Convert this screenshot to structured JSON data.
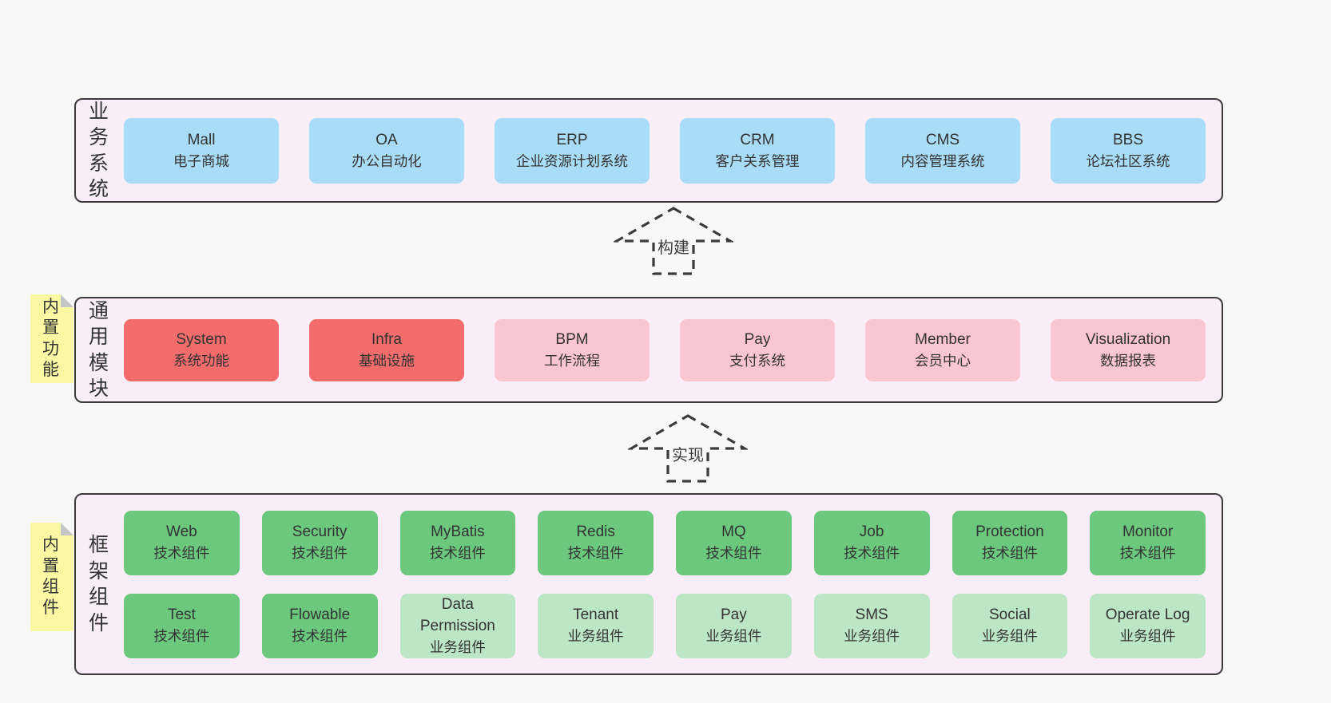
{
  "stickies": {
    "features": "内置功能",
    "components": "内置组件"
  },
  "arrows": {
    "build": {
      "label": "构建"
    },
    "implement": {
      "label": "实现"
    }
  },
  "layers": {
    "business": {
      "label": "业务系统",
      "boxes": [
        {
          "name": "Mall",
          "subtitle": "电子商城",
          "variant": "blue"
        },
        {
          "name": "OA",
          "subtitle": "办公自动化",
          "variant": "blue"
        },
        {
          "name": "ERP",
          "subtitle": "企业资源计划系统",
          "variant": "blue"
        },
        {
          "name": "CRM",
          "subtitle": "客户关系管理",
          "variant": "blue"
        },
        {
          "name": "CMS",
          "subtitle": "内容管理系统",
          "variant": "blue"
        },
        {
          "name": "BBS",
          "subtitle": "论坛社区系统",
          "variant": "blue"
        }
      ]
    },
    "modules": {
      "label": "通用模块",
      "boxes": [
        {
          "name": "System",
          "subtitle": "系统功能",
          "variant": "red"
        },
        {
          "name": "Infra",
          "subtitle": "基础设施",
          "variant": "red"
        },
        {
          "name": "BPM",
          "subtitle": "工作流程",
          "variant": "pink"
        },
        {
          "name": "Pay",
          "subtitle": "支付系统",
          "variant": "pink"
        },
        {
          "name": "Member",
          "subtitle": "会员中心",
          "variant": "pink"
        },
        {
          "name": "Visualization",
          "subtitle": "数据报表",
          "variant": "pink"
        }
      ]
    },
    "components": {
      "label": "框架组件",
      "rows": [
        [
          {
            "name": "Web",
            "subtitle": "技术组件",
            "variant": "green-dark"
          },
          {
            "name": "Security",
            "subtitle": "技术组件",
            "variant": "green-dark"
          },
          {
            "name": "MyBatis",
            "subtitle": "技术组件",
            "variant": "green-dark"
          },
          {
            "name": "Redis",
            "subtitle": "技术组件",
            "variant": "green-dark"
          },
          {
            "name": "MQ",
            "subtitle": "技术组件",
            "variant": "green-dark"
          },
          {
            "name": "Job",
            "subtitle": "技术组件",
            "variant": "green-dark"
          },
          {
            "name": "Protection",
            "subtitle": "技术组件",
            "variant": "green-dark"
          },
          {
            "name": "Monitor",
            "subtitle": "技术组件",
            "variant": "green-dark"
          }
        ],
        [
          {
            "name": "Test",
            "subtitle": "技术组件",
            "variant": "green-dark"
          },
          {
            "name": "Flowable",
            "subtitle": "技术组件",
            "variant": "green-dark"
          },
          {
            "name": "Data Permission",
            "subtitle": "业务组件",
            "variant": "green-light"
          },
          {
            "name": "Tenant",
            "subtitle": "业务组件",
            "variant": "green-light"
          },
          {
            "name": "Pay",
            "subtitle": "业务组件",
            "variant": "green-light"
          },
          {
            "name": "SMS",
            "subtitle": "业务组件",
            "variant": "green-light"
          },
          {
            "name": "Social",
            "subtitle": "业务组件",
            "variant": "green-light"
          },
          {
            "name": "Operate Log",
            "subtitle": "业务组件",
            "variant": "green-light"
          }
        ]
      ]
    }
  },
  "colors": {
    "page_bg": "#f8f8f8",
    "container_bg": "#f9eef8",
    "border": "#3b3b3b",
    "blue": "#a9dcf6",
    "red": "#f26c6c",
    "pink": "#f9c6d1",
    "green_dark": "#6bc87d",
    "green_light": "#bce6c5",
    "sticky_yellow": "#fbf8a3",
    "text": "#333333"
  }
}
